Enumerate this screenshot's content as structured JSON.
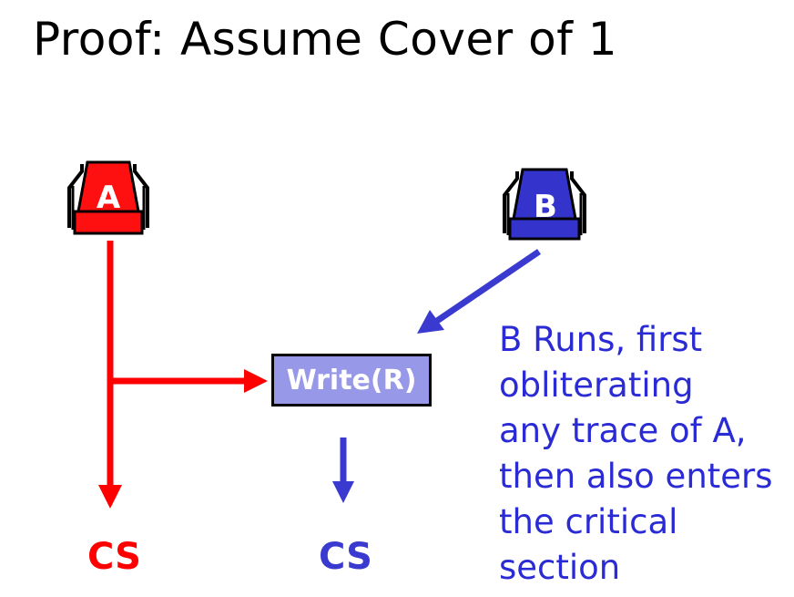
{
  "title": "Proof: Assume Cover of 1",
  "colors": {
    "red": "#ff0000",
    "blue": "#3a3ad0",
    "box_fill": "#9898e8",
    "text_blue": "#2b2bd6"
  },
  "process_a": {
    "label": "A"
  },
  "process_b": {
    "label": "B"
  },
  "write_box": {
    "label": "Write(R)"
  },
  "cs_a": {
    "label": "CS"
  },
  "cs_b": {
    "label": "CS"
  },
  "description": {
    "lines": [
      "B Runs, first",
      "obliterating",
      "any trace of A,",
      "then also enters",
      "the critical",
      "section"
    ]
  }
}
